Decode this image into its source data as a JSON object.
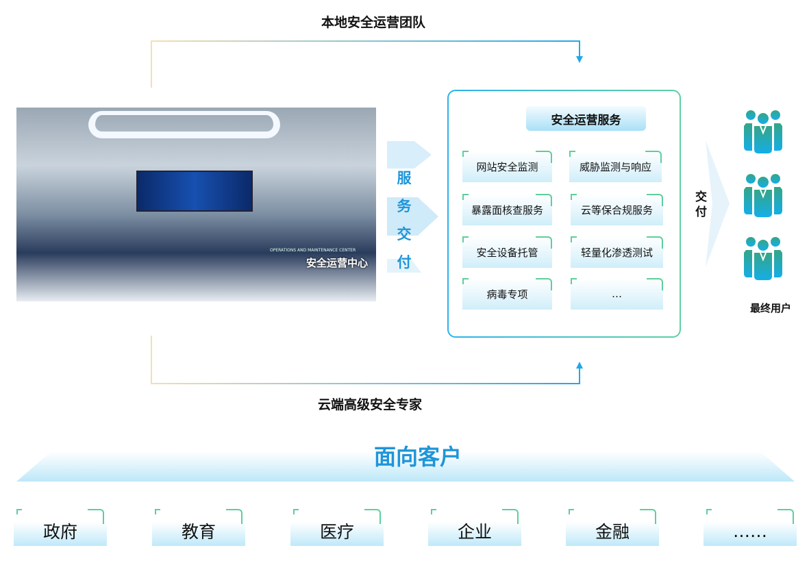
{
  "top_label": "本地安全运营团队",
  "bottom_label": "云端高级安全专家",
  "photo": {
    "caption": "安全运营中心",
    "subcaption": "OPERATIONS AND MAINTENANCE CENTER"
  },
  "delivery_left": [
    "服",
    "务",
    "交",
    "付"
  ],
  "services": {
    "title": "安全运营服务",
    "items": [
      "网站安全监测",
      "威胁监测与响应",
      "暴露面核查服务",
      "云等保合规服务",
      "安全设备托管",
      "轻量化渗透测试",
      "病毒专项",
      "…"
    ]
  },
  "delivery_right": [
    "交",
    "付"
  ],
  "end_users": {
    "label": "最终用户",
    "icons": [
      "user-group-icon",
      "user-group-icon",
      "user-group-icon"
    ]
  },
  "customers": {
    "title": "面向客户",
    "items": [
      "政府",
      "教育",
      "医疗",
      "企业",
      "金融",
      "……"
    ]
  },
  "colors": {
    "accent": "#1e95d9",
    "green": "#5ccf9c"
  }
}
